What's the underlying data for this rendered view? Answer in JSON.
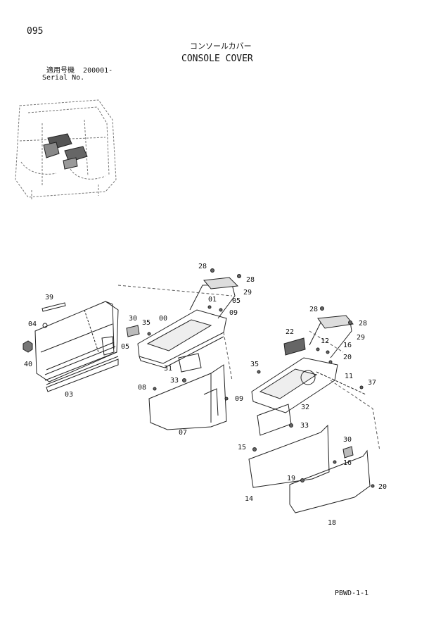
{
  "header": {
    "page_number": "095",
    "title_jp": "コンソールカバー",
    "title_en": "CONSOLE COVER",
    "serial_label_jp": "適用号機",
    "serial_value": "200001-",
    "serial_label_en": "Serial No."
  },
  "footer": {
    "doc_code": "PBWD-1-1"
  },
  "callouts": {
    "c28a": "28",
    "c28b": "28",
    "c29a": "29",
    "c01": "01",
    "c05a": "05",
    "c09a": "09",
    "c00": "00",
    "c39": "39",
    "c04": "04",
    "c40": "40",
    "c03": "03",
    "c30a": "30",
    "c05b": "05",
    "c35a": "35",
    "c31": "31",
    "c33a": "33",
    "c08": "08",
    "c09b": "09",
    "c07": "07",
    "c28c": "28",
    "c28d": "28",
    "c29b": "29",
    "c22": "22",
    "c12": "12",
    "c16a": "16",
    "c20a": "20",
    "c11": "11",
    "c35b": "35",
    "c37": "37",
    "c32": "32",
    "c33b": "33",
    "c15": "15",
    "c30b": "30",
    "c16b": "16",
    "c19": "19",
    "c20b": "20",
    "c14": "14",
    "c18": "18"
  }
}
